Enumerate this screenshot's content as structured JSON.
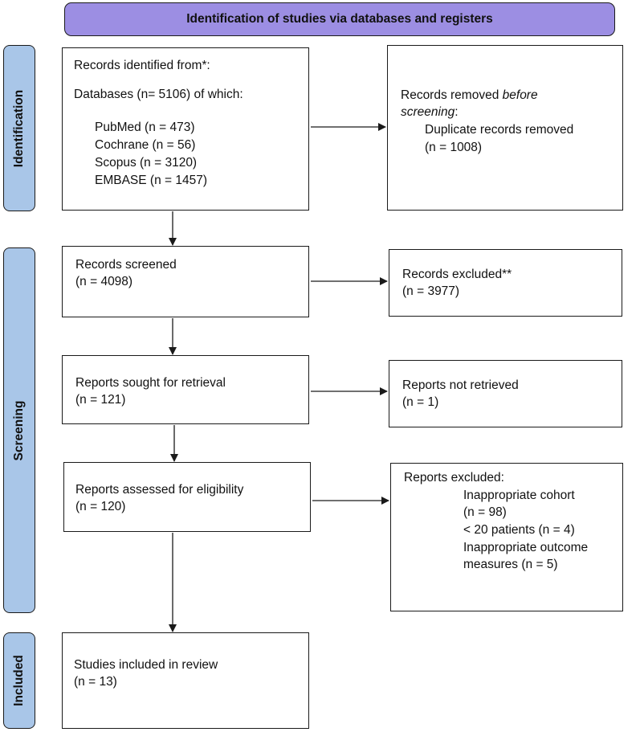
{
  "header": {
    "title": "Identification of studies via databases and registers"
  },
  "phases": {
    "identification": "Identification",
    "screening": "Screening",
    "included": "Included"
  },
  "boxes": {
    "records_identified": {
      "title": "Records identified from*:",
      "databases": "Databases (n= 5106) of which:",
      "sources": [
        "PubMed (n = 473)",
        "Cochrane (n = 56)",
        "Scopus (n = 3120)",
        "EMBASE (n = 1457)"
      ]
    },
    "records_removed": {
      "line1": "Records removed ",
      "line1_em": "before",
      "line2_em": "screening",
      "line2_rest": ":",
      "line3": "Duplicate records removed",
      "line4": "(n = 1008)"
    },
    "records_screened": {
      "label": "Records screened",
      "count": "(n = 4098)"
    },
    "records_excluded": {
      "label": "Records excluded**",
      "count": "(n = 3977)"
    },
    "reports_sought": {
      "label": "Reports sought for retrieval",
      "count": "(n = 121)"
    },
    "reports_not_retrieved": {
      "label": "Reports not retrieved",
      "count": "(n = 1)"
    },
    "reports_assessed": {
      "label": "Reports assessed for eligibility",
      "count": "(n = 120)"
    },
    "reports_excluded": {
      "label": "Reports excluded:",
      "reasons": [
        "Inappropriate cohort",
        "(n = 98)",
        "< 20 patients (n = 4)",
        "Inappropriate outcome",
        "measures (n = 5)"
      ]
    },
    "studies_included": {
      "label": "Studies included in review",
      "count": "(n = 13)"
    }
  },
  "colors": {
    "header_fill": "#9c8ee3",
    "phase_fill": "#a9c6e8",
    "stroke": "#1a1a1a"
  }
}
